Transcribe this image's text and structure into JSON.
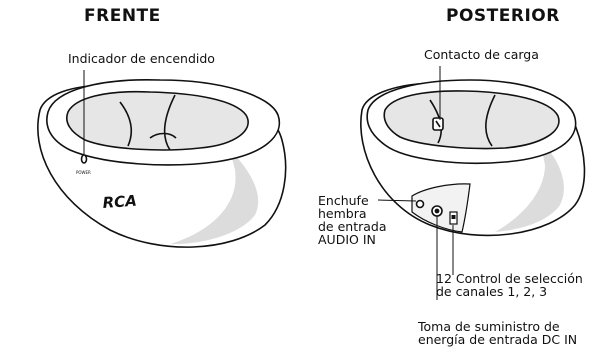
{
  "headings": {
    "front": "FRENTE",
    "back": "POSTERIOR"
  },
  "labels": {
    "power_indicator": "Indicador de encendido",
    "charge_contact": "Contacto de carga",
    "audio_in_jack": [
      "Enchufe",
      "hembra",
      "de entrada",
      "AUDIO IN"
    ],
    "channel_selector": [
      "12 Control de selección",
      "de canales 1, 2, 3"
    ],
    "dc_in_jack": [
      "Toma de suministro de",
      "energía de entrada DC IN"
    ]
  },
  "device_text": {
    "brand_logo": "RCA",
    "power_mark": "POWER"
  },
  "colors": {
    "ink": "#111111",
    "shade": "#dcdcdc",
    "body": "#ffffff"
  }
}
